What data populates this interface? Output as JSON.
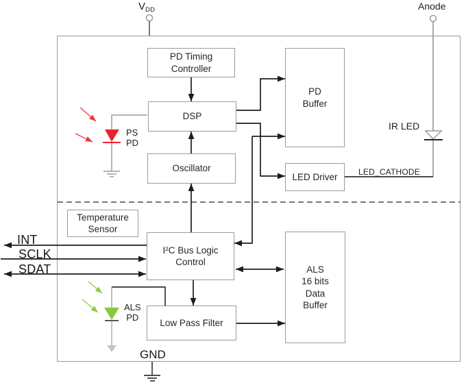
{
  "pins": {
    "vdd": {
      "main": "V",
      "sub": "DD"
    },
    "anode": {
      "label": "Anode"
    },
    "int": {
      "label": "INT"
    },
    "sclk": {
      "label": "SCLK"
    },
    "sdat": {
      "label": "SDAT"
    },
    "gnd": {
      "label": "GND"
    }
  },
  "nets": {
    "led_cathode": "LED_CATHODE"
  },
  "blocks": {
    "pd_timing_controller": "PD Timing\nController",
    "dsp": "DSP",
    "oscillator": "Oscillator",
    "pd_buffer": "PD\nBuffer",
    "led_driver": "LED Driver",
    "temperature_sensor": "Temperature\nSensor",
    "i2c_bus_logic_control": "I²C Bus Logic\nControl",
    "low_pass_filter": "Low Pass Filter",
    "als_data_buffer": "ALS\n16 bits\nData\nBuffer"
  },
  "components": {
    "ir_led": "IR LED",
    "ps_photodiode": "PS\nPD",
    "als_photodiode": "ALS\nPD"
  },
  "colors": {
    "ps_photodiode_red": "#e8232a",
    "als_photodiode_green": "#8cc63e",
    "signal_wire": "#1c1c1c",
    "passive_wire_gray": "#9c9c9c",
    "block_border": "#9a9a9a"
  }
}
